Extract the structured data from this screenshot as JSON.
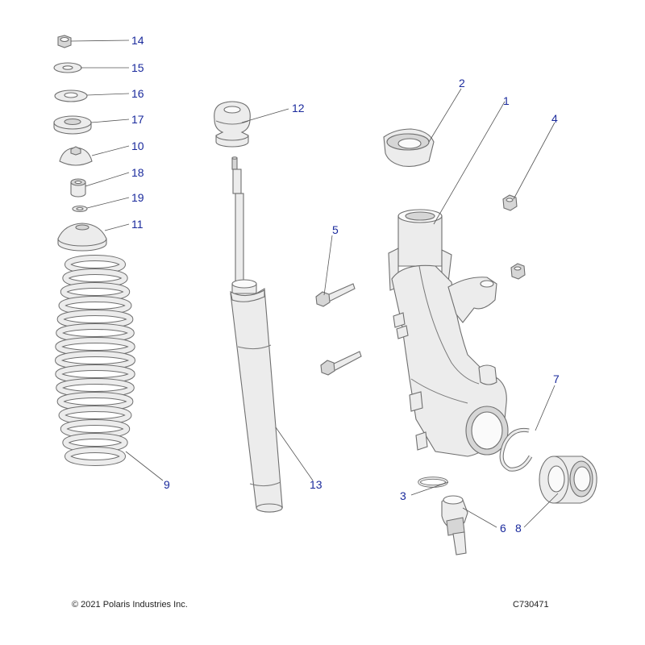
{
  "callouts": {
    "c1": "1",
    "c2": "2",
    "c3": "3",
    "c4": "4",
    "c5": "5",
    "c6": "6",
    "c7": "7",
    "c8": "8",
    "c9": "9",
    "c10": "10",
    "c11": "11",
    "c12": "12",
    "c13": "13",
    "c14": "14",
    "c15": "15",
    "c16": "16",
    "c17": "17",
    "c18": "18",
    "c19": "19"
  },
  "footer": {
    "copyright": "© 2021 Polaris Industries Inc.",
    "drawing_number": "C730471"
  },
  "colors": {
    "callout_text": "#1a2a9c",
    "part_fill": "#ececec",
    "part_outline": "#6f6f6f"
  }
}
